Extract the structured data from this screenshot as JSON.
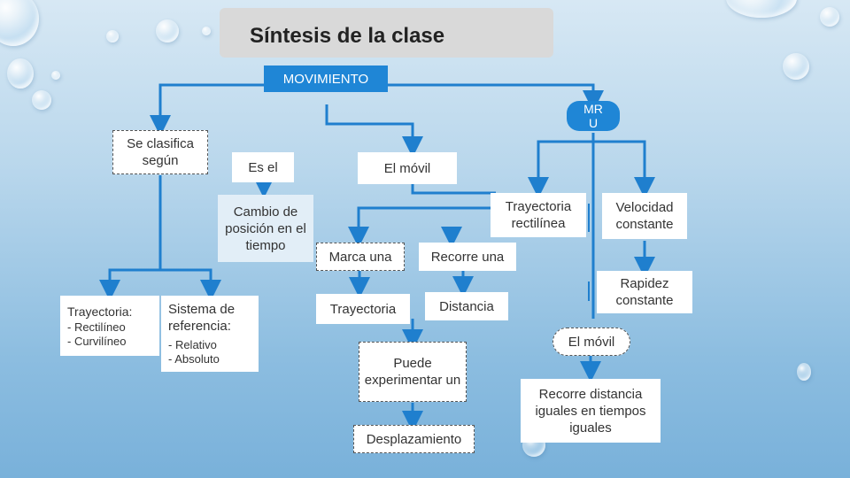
{
  "title": "Síntesis de la clase",
  "nodes": {
    "movimiento": "MOVIMIENTO",
    "mru": "MR U",
    "se_clasifica": "Se clasifica según",
    "es_el": "Es el",
    "el_movil_1": "El móvil",
    "cambio_posicion": "Cambio de posición en el tiempo",
    "trayectoria_rectilinea": "Trayectoria rectilínea",
    "velocidad_constante": "Velocidad constante",
    "marca_una": "Marca una",
    "recorre_una": "Recorre una",
    "trayectoria_title": "Trayectoria:",
    "trayectoria_items": [
      "- Rectilíneo",
      "- Curvilíneo"
    ],
    "sistema_title": "Sistema de referencia:",
    "sistema_items": [
      "- Relativo",
      "- Absoluto"
    ],
    "trayectoria": "Trayectoria",
    "distancia": "Distancia",
    "rapidez_constante": "Rapidez constante",
    "el_movil_2": "El móvil",
    "puede_experimentar": "Puede experimentar un",
    "desplazamiento": "Desplazamiento",
    "recorre_distancia": "Recorre distancia iguales en tiempos iguales"
  },
  "colors": {
    "accent": "#1f86d6",
    "connector": "#1f7fce",
    "title_bg": "#d9d9d9"
  }
}
